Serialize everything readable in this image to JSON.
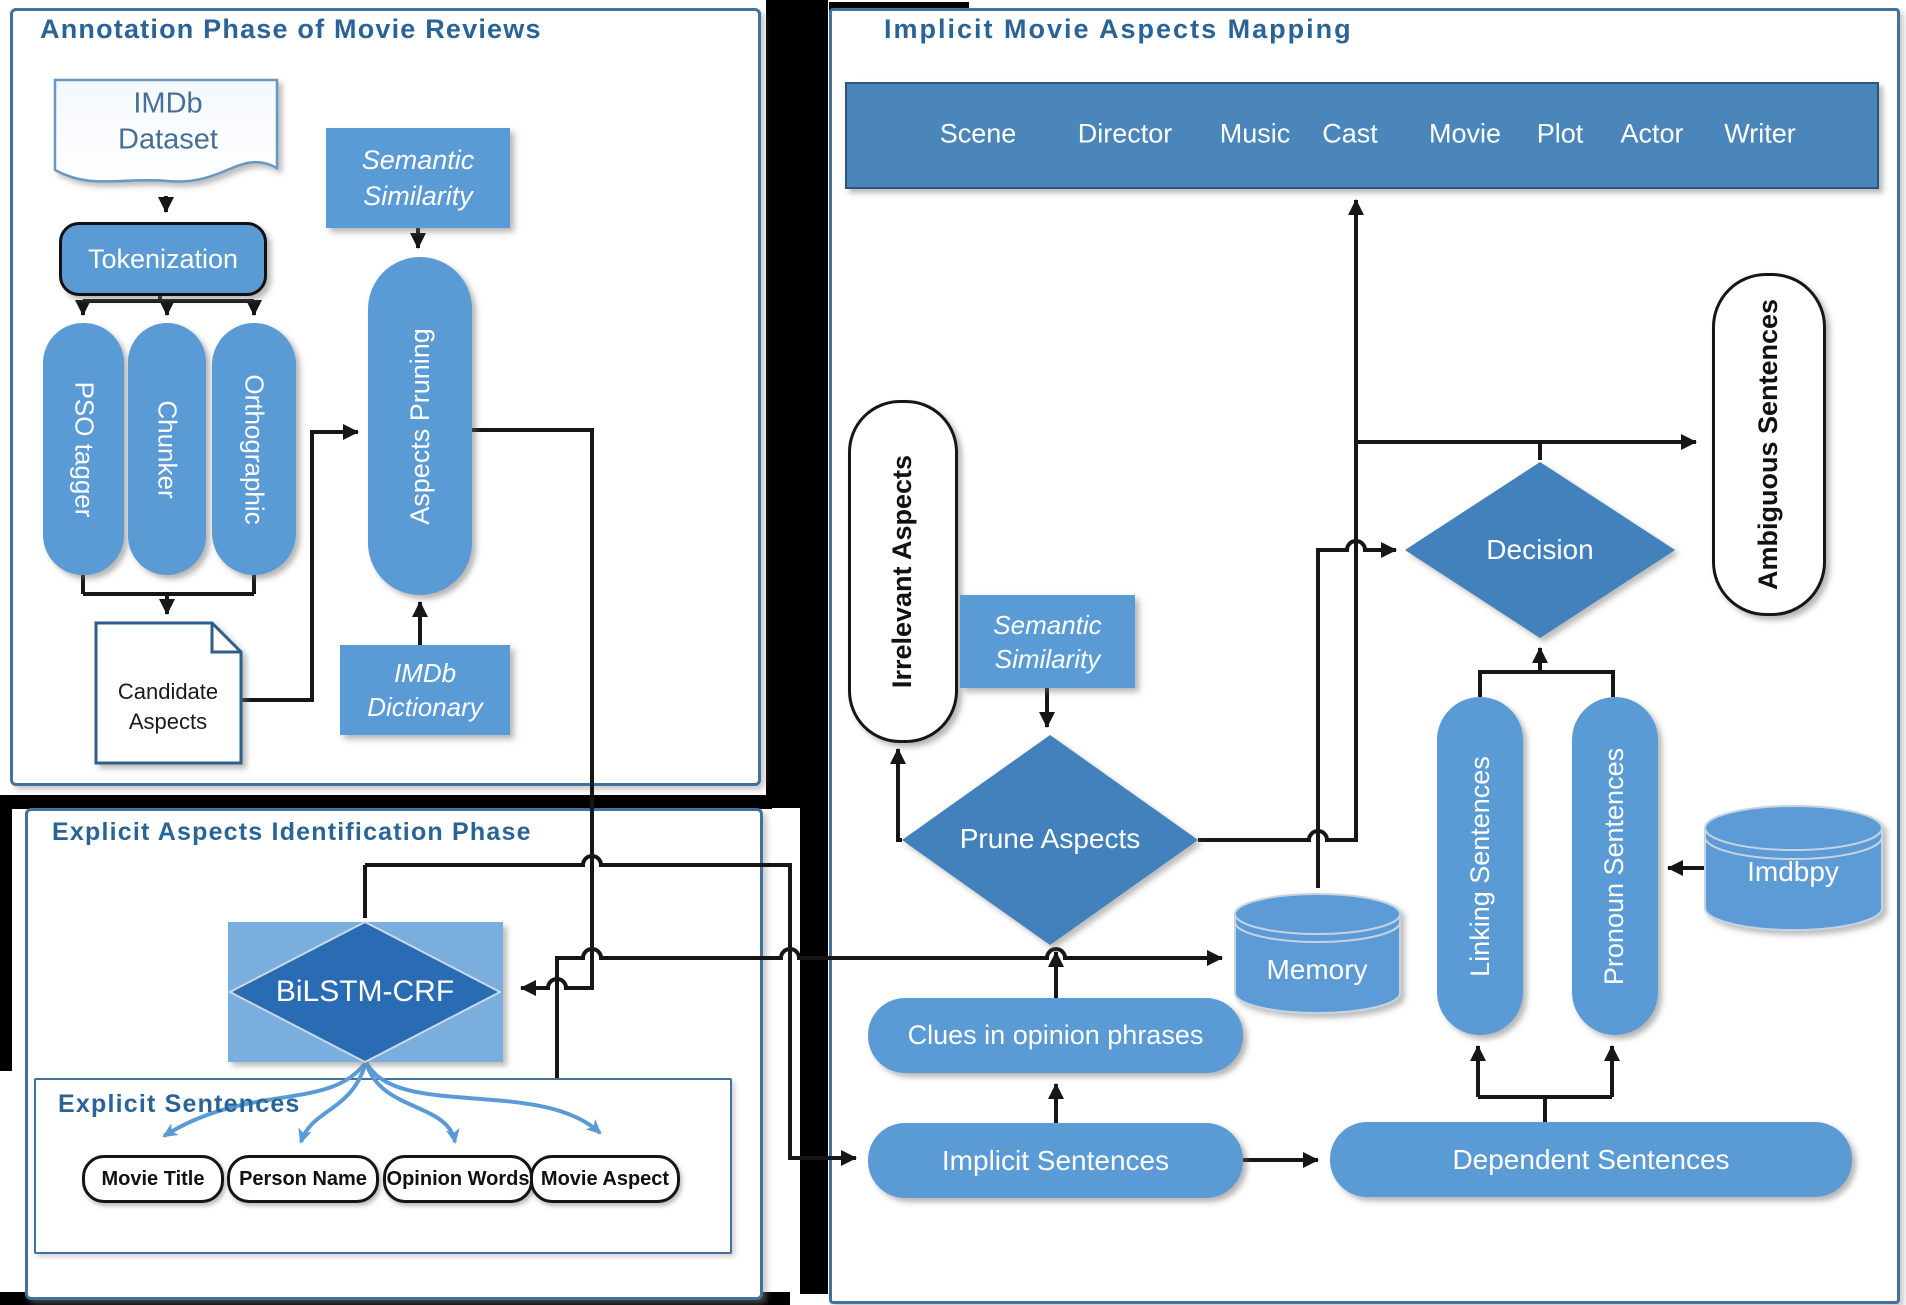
{
  "panels": {
    "annotation": {
      "title": "Annotation Phase of Movie Reviews"
    },
    "explicit": {
      "title": "Explicit Aspects Identification Phase",
      "box_title": "Explicit Sentences"
    },
    "implicit": {
      "title": "Implicit Movie Aspects Mapping"
    }
  },
  "header_bar": {
    "labels": [
      "Scene",
      "Director",
      "Music",
      "Cast",
      "Movie",
      "Plot",
      "Actor",
      "Writer"
    ]
  },
  "nodes": {
    "imdb_dataset": {
      "line1": "IMDb",
      "line2": "Dataset"
    },
    "tokenization": {
      "label": "Tokenization"
    },
    "pso_tagger": {
      "label": "PSO tagger"
    },
    "chunker": {
      "label": "Chunker"
    },
    "orthographic": {
      "label": "Orthographic"
    },
    "semantic_similarity_top": {
      "line1": "Semantic",
      "line2": "Similarity"
    },
    "aspects_pruning": {
      "label": "Aspects Pruning"
    },
    "candidate_aspects": {
      "line1": "Candidate",
      "line2": "Aspects"
    },
    "imdb_dictionary": {
      "line1": "IMDb",
      "line2": "Dictionary"
    },
    "bilstm_crf": {
      "label": "BiLSTM-CRF"
    },
    "movie_title": {
      "label": "Movie Title"
    },
    "person_name": {
      "label": "Person Name"
    },
    "opinion_words": {
      "label": "Opinion Words"
    },
    "movie_aspect": {
      "label": "Movie Aspect"
    },
    "irrelevant_aspects": {
      "label": "Irrelevant Aspects"
    },
    "semantic_similarity_right": {
      "line1": "Semantic",
      "line2": "Similarity"
    },
    "prune_aspects": {
      "label": "Prune Aspects"
    },
    "decision": {
      "label": "Decision"
    },
    "ambiguous_sentences": {
      "label": "Ambiguous Sentences"
    },
    "memory": {
      "label": "Memory"
    },
    "clues_opinion": {
      "label": "Clues in opinion phrases"
    },
    "implicit_sentences": {
      "label": "Implicit Sentences"
    },
    "dependent_sentences": {
      "label": "Dependent Sentences"
    },
    "linking_sentences": {
      "label": "Linking Sentences"
    },
    "pronoun_sentences": {
      "label": "Pronoun Sentences"
    },
    "imdbpy": {
      "label": "Imdbpy"
    }
  },
  "colors": {
    "shape_blue": "#5b9bd5",
    "diamond_blue": "#4281bb",
    "bilstm_dark_blue": "#2b6cb4",
    "bar_blue": "#4b86bb",
    "panel_border": "#41719c",
    "title_blue": "#2a6496",
    "line_black": "#161616"
  }
}
